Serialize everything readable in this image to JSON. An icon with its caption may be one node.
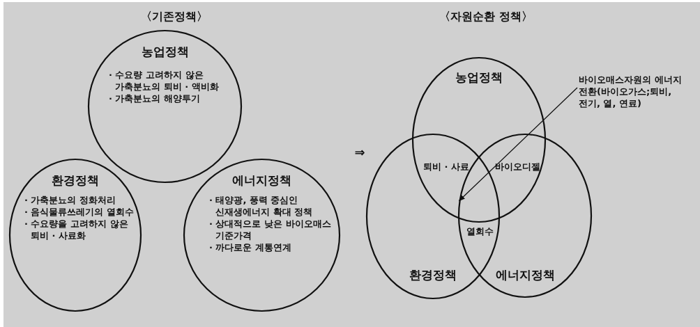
{
  "diagram": {
    "nodes": [
      {
        "text": [
          "농업정책",
          "· 수요량 고려하지 않은 가축분뇨의 퇴비 · 액비화",
          "· 가축분뇨의 해양투기"
        ]
      },
      {
        "text": [
          "환경정책",
          "· 가축분뇨의 정화처리",
          "· 음식물류쓰레기의 열회수",
          "· 수요량을 고려하지 않은 퇴비 · 사료화"
        ]
      },
      {
        "text": [
          "에너지정책",
          "· 태양광, 풍력 중심인 신재생에너지 확대 정책",
          "· 상대적으로 낮은 바이오매스 기준가격",
          "· 까다로운 계통연계"
        ]
      },
      {
        "text": [
          "농업정책"
        ]
      },
      {
        "text": [
          "환경정책"
        ]
      },
      {
        "text": [
          "에너지정책"
        ]
      },
      {
        "text": [
          "바이오매스자원의 에너지 전환(바이오가스;퇴비, 전기, 열, 연료)"
        ]
      }
    ],
    "edges": [
      {
        "from": 6,
        "to": 5,
        "arrow": "to"
      }
    ],
    "labels": [
      "〈기존정책〉",
      "〈자원순환 정책〉",
      "⇒",
      "퇴비 · 사료",
      "바이오디젤",
      "열회수"
    ]
  }
}
